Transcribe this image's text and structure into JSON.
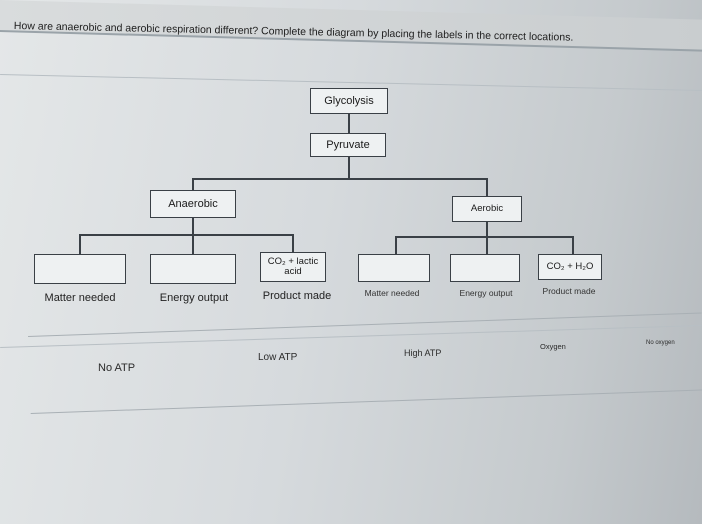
{
  "question": "How are anaerobic and aerobic respiration different? Complete the diagram by placing the labels in the correct locations.",
  "diagram": {
    "glycolysis": "Glycolysis",
    "pyruvate": "Pyruvate",
    "anaerobic": "Anaerobic",
    "aerobic": "Aerobic",
    "anaerobic_product": "CO₂ + lactic acid",
    "aerobic_product": "CO₂ + H₂O",
    "row_labels": {
      "matter_needed": "Matter needed",
      "energy_output": "Energy output",
      "product_made": "Product made"
    }
  },
  "label_bank": [
    "No ATP",
    "Low ATP",
    "High ATP",
    "Oxygen",
    "No oxygen"
  ],
  "colors": {
    "line": "#3a4046",
    "box": "#eef1f2"
  }
}
